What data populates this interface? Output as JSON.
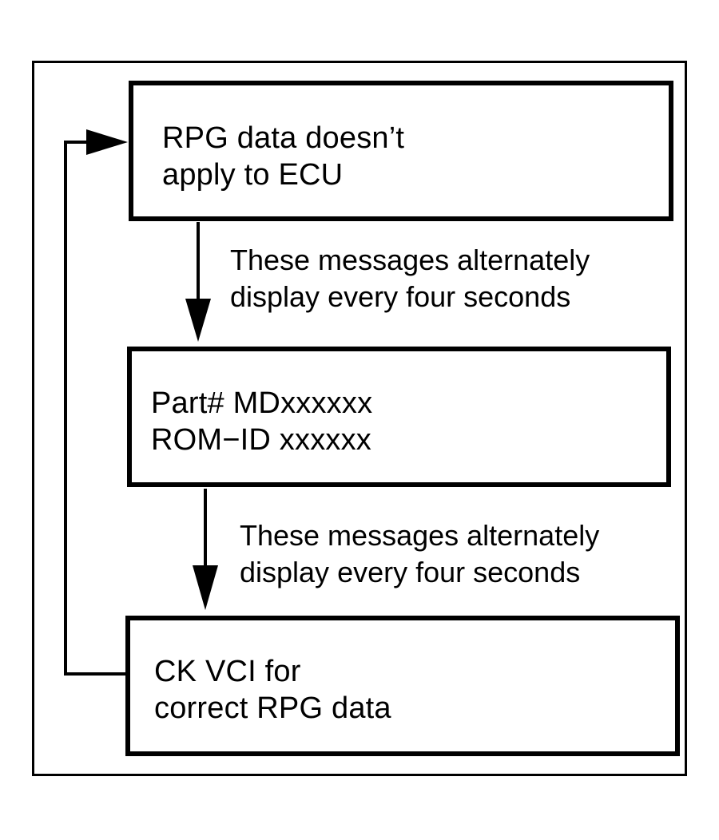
{
  "boxes": [
    {
      "lines": [
        "RPG data doesn’t",
        "apply to ECU"
      ]
    },
    {
      "lines": [
        "Part# MDxxxxxx",
        "ROM−ID xxxxxx"
      ]
    },
    {
      "lines": [
        "CK VCI for",
        "correct RPG data"
      ]
    }
  ],
  "notes": [
    {
      "lines": [
        "These messages alternately",
        "display every four seconds"
      ]
    },
    {
      "lines": [
        "These messages alternately",
        "display every four seconds"
      ]
    }
  ]
}
